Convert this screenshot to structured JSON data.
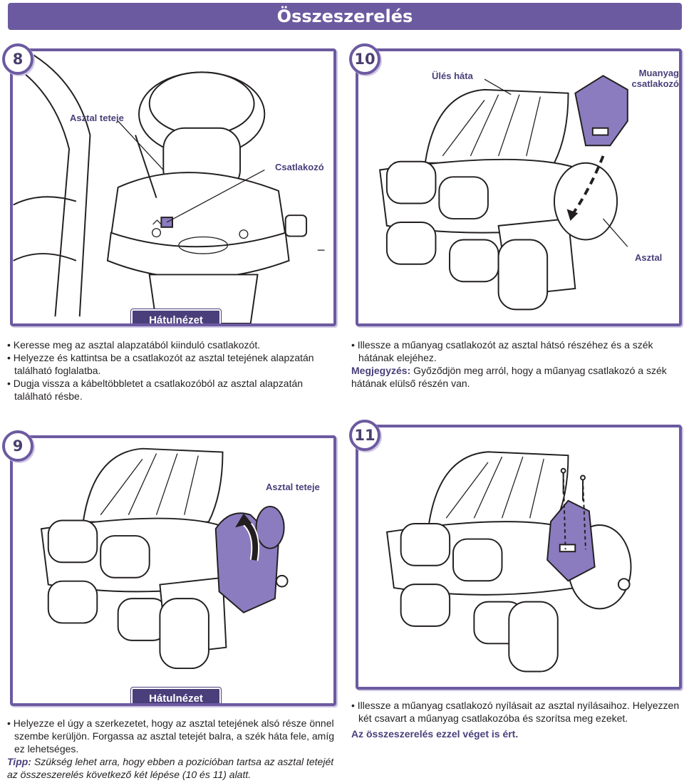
{
  "header": {
    "title": "Összeszerelés"
  },
  "steps": [
    {
      "number": "8",
      "labels": {
        "table_top": "Asztal teteje",
        "connector": "Csatlakozó"
      },
      "view_tag": "Hátulnézet",
      "bullets": [
        "Keresse meg az asztal alapzatából kiinduló csatlakozót.",
        "Helyezze és kattintsa be a csatlakozót az asztal tetejének alapzatán található foglalatba.",
        "Dugja vissza a kábeltöbbletet a csatlakozóból az asztal alapzatán található résbe."
      ]
    },
    {
      "number": "10",
      "labels": {
        "seat_back": "Ülés háta",
        "plastic_connector": "Muanyag csatlakozó",
        "table": "Asztal"
      },
      "bullets": [
        "Illessze a műanyag csatlakozót az asztal hátsó részéhez és a szék hátának elejéhez."
      ],
      "note_label": "Megjegyzés:",
      "note_text": "Győződjön meg arról, hogy a műanyag csatlakozó a szék hátának elülső részén van."
    },
    {
      "number": "9",
      "labels": {
        "table_top": "Asztal teteje"
      },
      "view_tag": "Hátulnézet",
      "bullets": [
        "Helyezze el úgy a szerkezetet, hogy az asztal tetejének alsó része önnel szembe kerüljön. Forgassa az asztal tetejét balra, a szék háta fele, amíg ez lehetséges."
      ],
      "tip_label": "Tipp:",
      "tip_text": "Szükség lehet arra, hogy ebben a pozicióban tartsa az asztal tetejét az összeszerelés következő két lépése (10 és 11) alatt."
    },
    {
      "number": "11",
      "bullets": [
        "Illessze a műanyag csatlakozó nyílásait az asztal nyílásaihoz. Helyezzen két csavart a műanyag csatlakozóba és szorítsa meg ezeket."
      ],
      "final_text": "Az összeszerelés ezzel véget is ért."
    }
  ],
  "colors": {
    "accent": "#6c5aa0",
    "label": "#4a3f7a",
    "part_fill": "#8b7cc0"
  }
}
